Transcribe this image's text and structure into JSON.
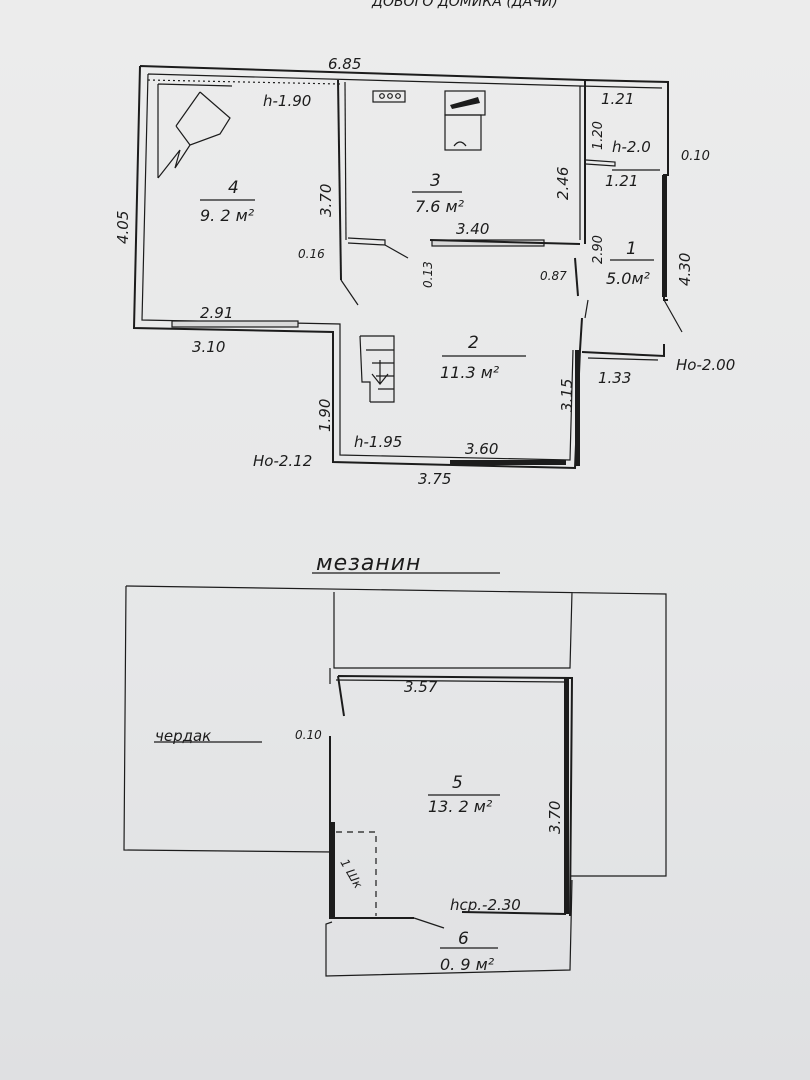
{
  "header": {
    "title": "ДОВОГО ДОМИКА (ДАЧИ)"
  },
  "floor1": {
    "dims": {
      "top_overall": "6.85",
      "left_height": "4.05",
      "h_room4": "h-1.90",
      "wall_3_70": "3.70",
      "wall_0_16": "0.16",
      "wall_0_13": "0.13",
      "wall_2_46": "2.46",
      "top_right_1_21": "1.21",
      "v_1_20": "1.20",
      "h_2_0": "h-2.0",
      "mid_1_21": "1.21",
      "right_0_10": "0.10",
      "right_4_30": "4.30",
      "mid_3_40": "3.40",
      "v_2_90": "2.90",
      "v_0_87": "0.87",
      "bottom_2_91": "2.91",
      "bottom_3_10": "3.10",
      "v_1_90": "1.90",
      "v_3_15": "3.15",
      "right_1_33": "1.33",
      "ho_right": "Нo-2.00",
      "ho_left": "Нo-2.12",
      "h_1_95": "h-1.95",
      "inner_3_60": "3.60",
      "bottom_3_75": "3.75"
    },
    "rooms": [
      {
        "num": "4",
        "area": "9. 2 м²"
      },
      {
        "num": "3",
        "area": "7.6 м²"
      },
      {
        "num": "1",
        "area": "5.0м²"
      },
      {
        "num": "2",
        "area": "11.3 м²"
      }
    ]
  },
  "mezzanine": {
    "title": "мезанин",
    "attic": "чердак",
    "dims": {
      "top_3_57": "3.57",
      "left_0_10": "0.10",
      "right_3_70": "3.70",
      "hsp": "hср.-2.30",
      "closet": "1 Шк"
    },
    "rooms": [
      {
        "num": "5",
        "area": "13. 2 м²"
      },
      {
        "num": "6",
        "area": "0. 9 м²"
      }
    ]
  }
}
